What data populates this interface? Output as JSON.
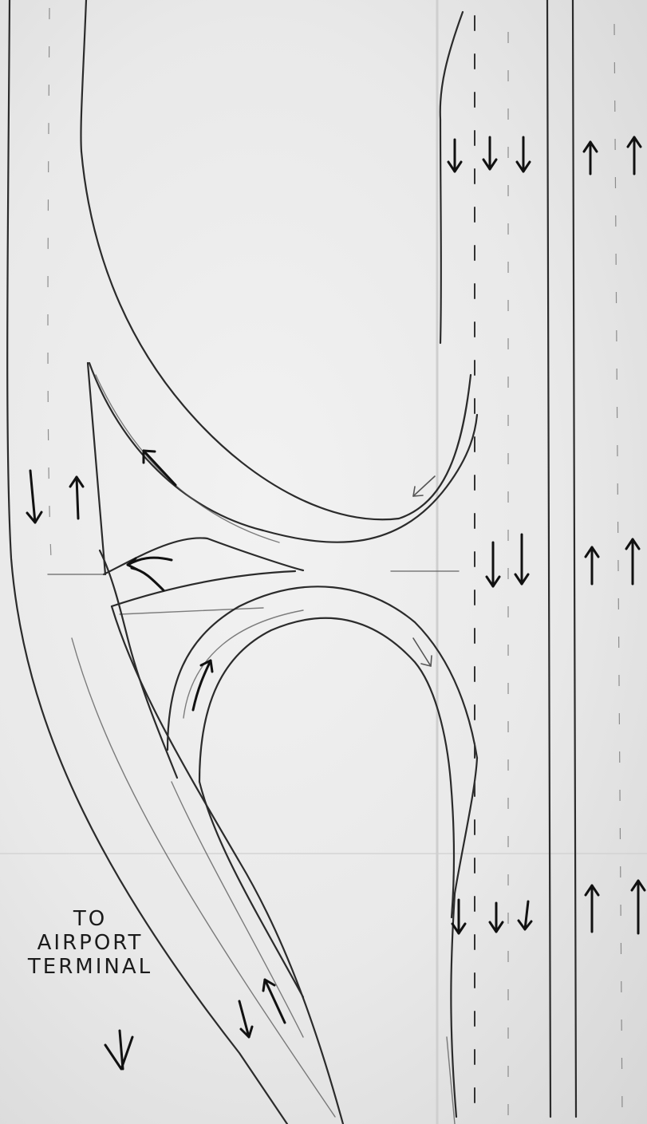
{
  "note": {
    "lines": [
      "TO",
      "AIRPORT",
      "TERMINAL"
    ]
  },
  "drawing": {
    "medium": "pencil sketch on folded paper",
    "subject": "road interchange with two loop ramps",
    "paper_color": "#ececec",
    "ink_color": "#2b2b2b"
  }
}
